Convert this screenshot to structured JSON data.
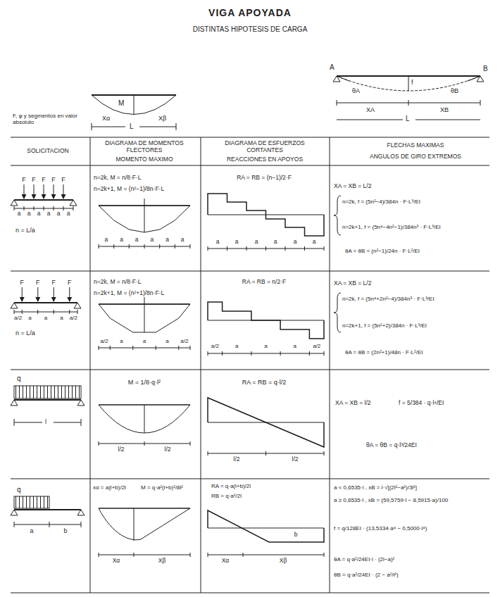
{
  "diagram": {
    "title": "VIGA APOYADA",
    "labels": [
      "DISTINTAS HIPOTESIS DE CARGA",
      "M",
      "Xα",
      "Xβ",
      "L",
      "F, φ y segmentos en valor absoluto",
      "A",
      "B",
      "θA",
      "f",
      "θB",
      "XA",
      "XB",
      "L",
      "SOLICITACION",
      "DIAGRAMA DE MOMENTOS FLECTORES",
      "MOMENTO MAXIMO",
      "DIAGRAMA DE ESFUERZOS CORTANTES",
      "REACCIONES EN APOYOS",
      "FLECHAS MAXIMAS",
      "ANGULOS DE GIRO EXTREMOS",
      "F",
      "F",
      "F",
      "F",
      "F",
      "a",
      "a",
      "a",
      "a",
      "a",
      "a",
      "n = L/a",
      "n=2k,  M = n/8·F·L",
      "n=2k+1,  M = (n²−1)/8n·F·L",
      "a",
      "a",
      "a",
      "a",
      "a",
      "a",
      "RA = RB = (n−1)/2·F",
      "a",
      "a",
      "a",
      "a",
      "a",
      "a",
      "XA = XB = L/2",
      "n=2k,  f = (5n²−4)/384n · F·L³/EI",
      "n=2k+1,  f = (5n⁴−4n²−1)/384n³ · F·L³/EI",
      "θA = θB = (n²−1)/24n · F·L²/EI",
      "F",
      "F",
      "F",
      "F",
      "a/2",
      "a",
      "a",
      "a",
      "a/2",
      "n = L/a",
      "n=2k,  M = n/8·F·L",
      "n=2k+1,  M = (n²+1)/8n·F·L",
      "a/2",
      "a",
      "a",
      "a",
      "a/2",
      "RA = RB = n/2·F",
      "a/2",
      "a",
      "a",
      "a",
      "a/2",
      "XA = XB = L/2",
      "n=2k,  f = (5n⁴+2n²−4)/384n³ · F·L³/EI",
      "n=2k+1,  f = (5n²+2)/384n · F·L³/EI",
      "θA = θB = (2n²+1)/48n · F·L²/EI",
      "q",
      "l",
      "M = 1/8·q·l²",
      "l/2",
      "l/2",
      "RA = RB = q·l/2",
      "l/2",
      "l/2",
      "XA = XB = l/2",
      "f = 5/384 · q·l⁴/EI",
      "θA = θB = q·l³/24EI",
      "q",
      "a",
      "b",
      "xα = a(l+b)/2l",
      "M = q·a²(l+b)²/8l²",
      "Xα",
      "Xβ",
      "RA = q·a(l+b)/2l",
      "RB = q·a²/2l",
      "Xα",
      "Xβ",
      "b",
      "a < 0,6535·l ,  xB = l·√[(2l²−a²)/3l²]",
      "a ≥ 0,6535·l ,  xB = (59,5759·l − 8,5915·a)/100",
      "f = q/128EI · (13,5334·a⁴ − 0,5000·l⁴)",
      "θA = q·a²/24EI·l · (2l−a)²",
      "θB = q·a²/24EI · (2 − a²/l²)"
    ]
  }
}
